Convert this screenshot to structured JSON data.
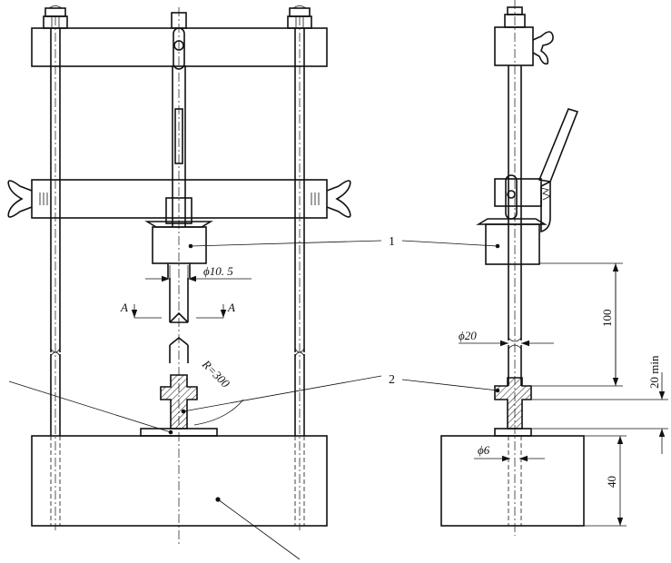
{
  "callouts": {
    "one": "1",
    "two": "2"
  },
  "front_view": {
    "diameter_rod": "ϕ10. 5",
    "section_mark": "A",
    "radius": "R=300"
  },
  "side_view": {
    "diameter_shaft": "ϕ20",
    "diameter_tip": "ϕ6",
    "height_100": "100",
    "gap_20min": "20 min",
    "block_height": "40"
  }
}
